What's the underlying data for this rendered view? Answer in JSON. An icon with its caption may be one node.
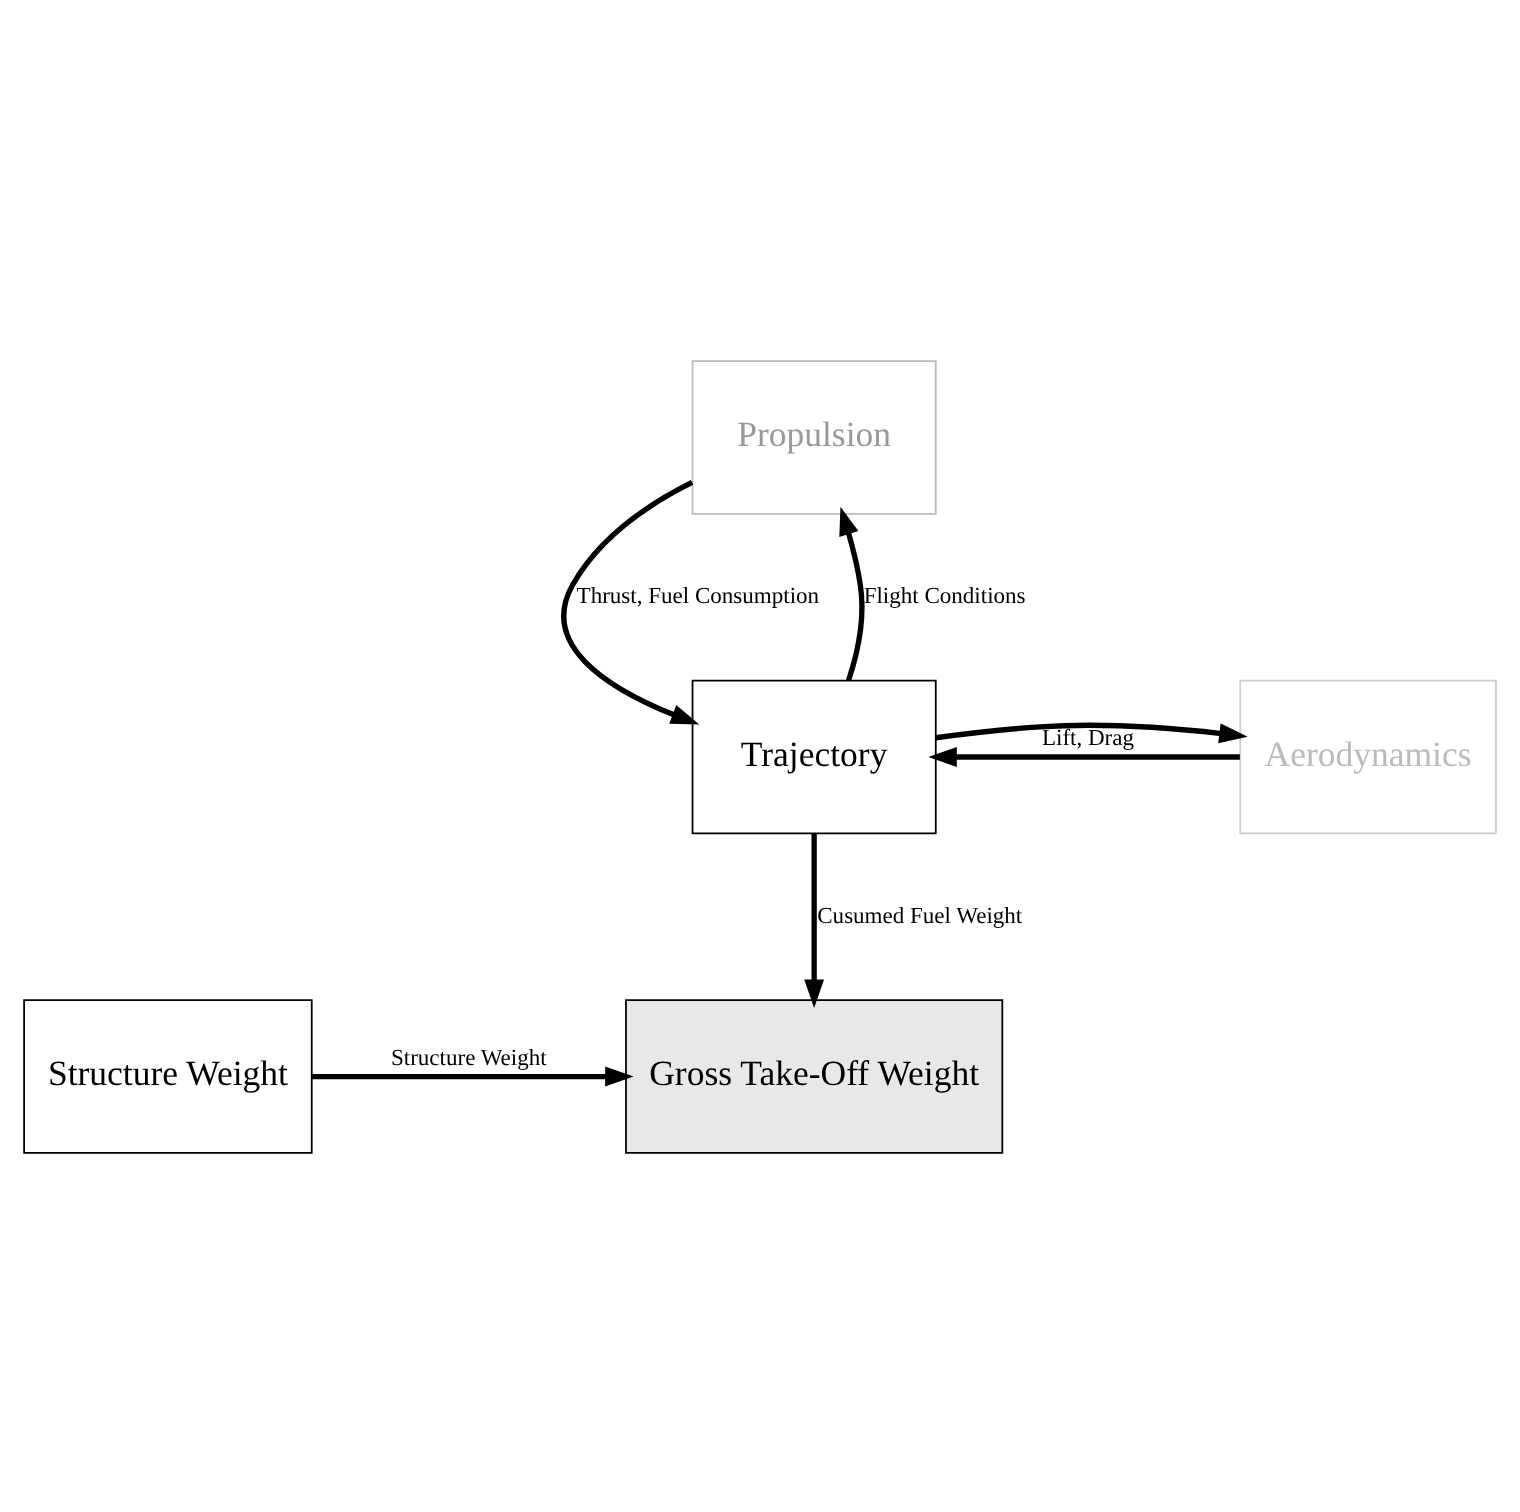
{
  "diagram": {
    "nodes": [
      {
        "text": [
          "Propulsion"
        ]
      },
      {
        "text": [
          "Aerodynamics"
        ]
      },
      {
        "text": [
          "Trajectory"
        ]
      },
      {
        "text": [
          "Structure Weight"
        ]
      },
      {
        "text": [
          "Gross Take-Off Weight"
        ]
      }
    ],
    "edges": [
      {
        "from": 2,
        "to": 0,
        "arrow": "to",
        "label": "Flight Conditions"
      },
      {
        "from": 0,
        "to": 2,
        "arrow": "to",
        "label": "Thrust, Fuel Consumption"
      },
      {
        "from": 2,
        "to": 1,
        "arrow": "to"
      },
      {
        "from": 1,
        "to": 2,
        "arrow": "to",
        "label": "Lift, Drag"
      },
      {
        "from": 2,
        "to": 4,
        "arrow": "to",
        "label": "Cusumed Fuel Weight"
      },
      {
        "from": 3,
        "to": 4,
        "arrow": "to",
        "label": "Structure Weight"
      }
    ]
  }
}
